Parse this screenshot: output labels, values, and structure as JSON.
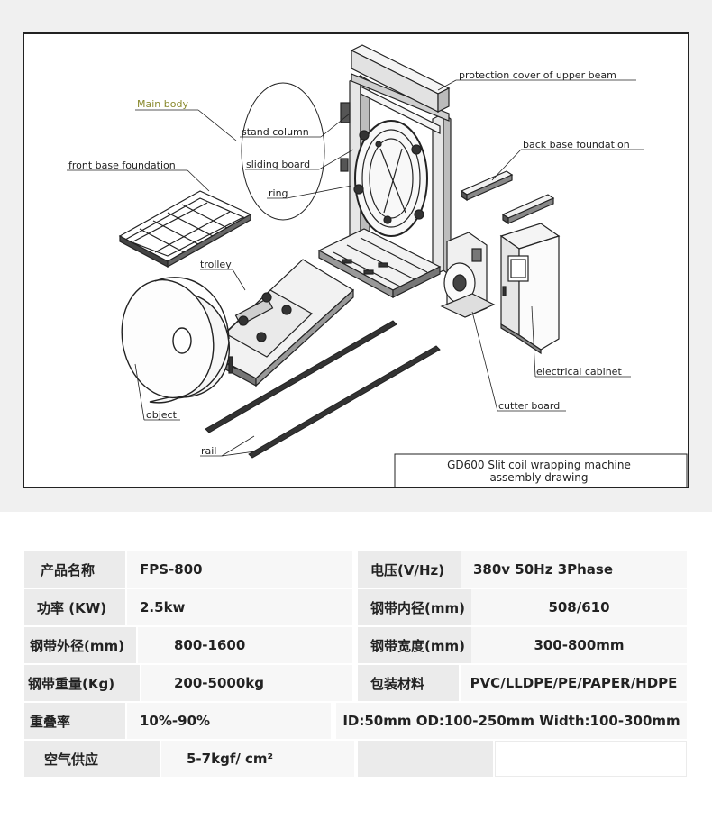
{
  "drawing": {
    "labels": {
      "main_body": "Main body",
      "stand_column": "stand column",
      "sliding_board": "sliding board",
      "ring": "ring",
      "front_base": "front base foundation",
      "protection_cover": "protection cover of upper beam",
      "back_base": "back base foundation",
      "trolley": "trolley",
      "electrical_cabinet": "electrical cabinet",
      "cutter_board": "cutter board",
      "object": "object",
      "rail": "rail"
    },
    "title_block": {
      "line1": "GD600 Slit coil wrapping machine",
      "line2": "assembly drawing"
    },
    "colors": {
      "main_body_label": "#8a8a2e",
      "line": "#222222",
      "frame_bg": "#f0f0f0"
    }
  },
  "specs": {
    "rows": [
      {
        "l1": "产品名称",
        "v1": "FPS-800",
        "l2": "电压(V/Hz)",
        "v2": "380v 50Hz 3Phase"
      },
      {
        "l1": "功率 (KW)",
        "v1": "2.5kw",
        "l2": "钢带内径(mm)",
        "v2": "508/610"
      },
      {
        "l1": "钢带外径(mm)",
        "v1": "800-1600",
        "l2": "钢带宽度(mm)",
        "v2": "300-800mm"
      },
      {
        "l1": "钢带重量(Kg)",
        "v1": "200-5000kg",
        "l2": "包装材料",
        "v2": "PVC/LLDPE/PE/PAPER/HDPE"
      },
      {
        "l1": "重叠率",
        "v1": "10%-90%",
        "v2": "ID:50mm  OD:100-250mm  Width:100-300mm"
      },
      {
        "l1": "空气供应",
        "v1": "5-7kgf/  cm²"
      }
    ]
  }
}
